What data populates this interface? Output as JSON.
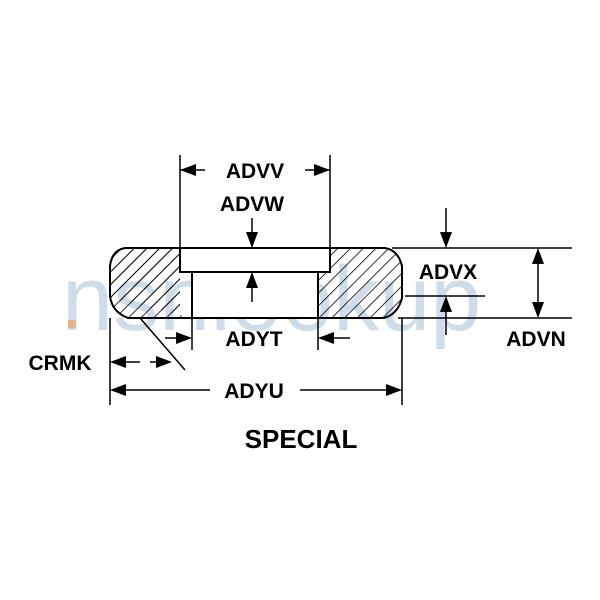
{
  "watermark": "nsnlookup",
  "colors": {
    "line": "#000000",
    "background": "#ffffff",
    "watermark": "#a9c3d9",
    "watermark_dot": "#f0a060"
  },
  "labels": {
    "advv": "ADVV",
    "advw": "ADVW",
    "advx": "ADVX",
    "advn": "ADVN",
    "adyt": "ADYT",
    "crmk": "CRMK",
    "adyu": "ADYU"
  },
  "caption": "SPECIAL"
}
